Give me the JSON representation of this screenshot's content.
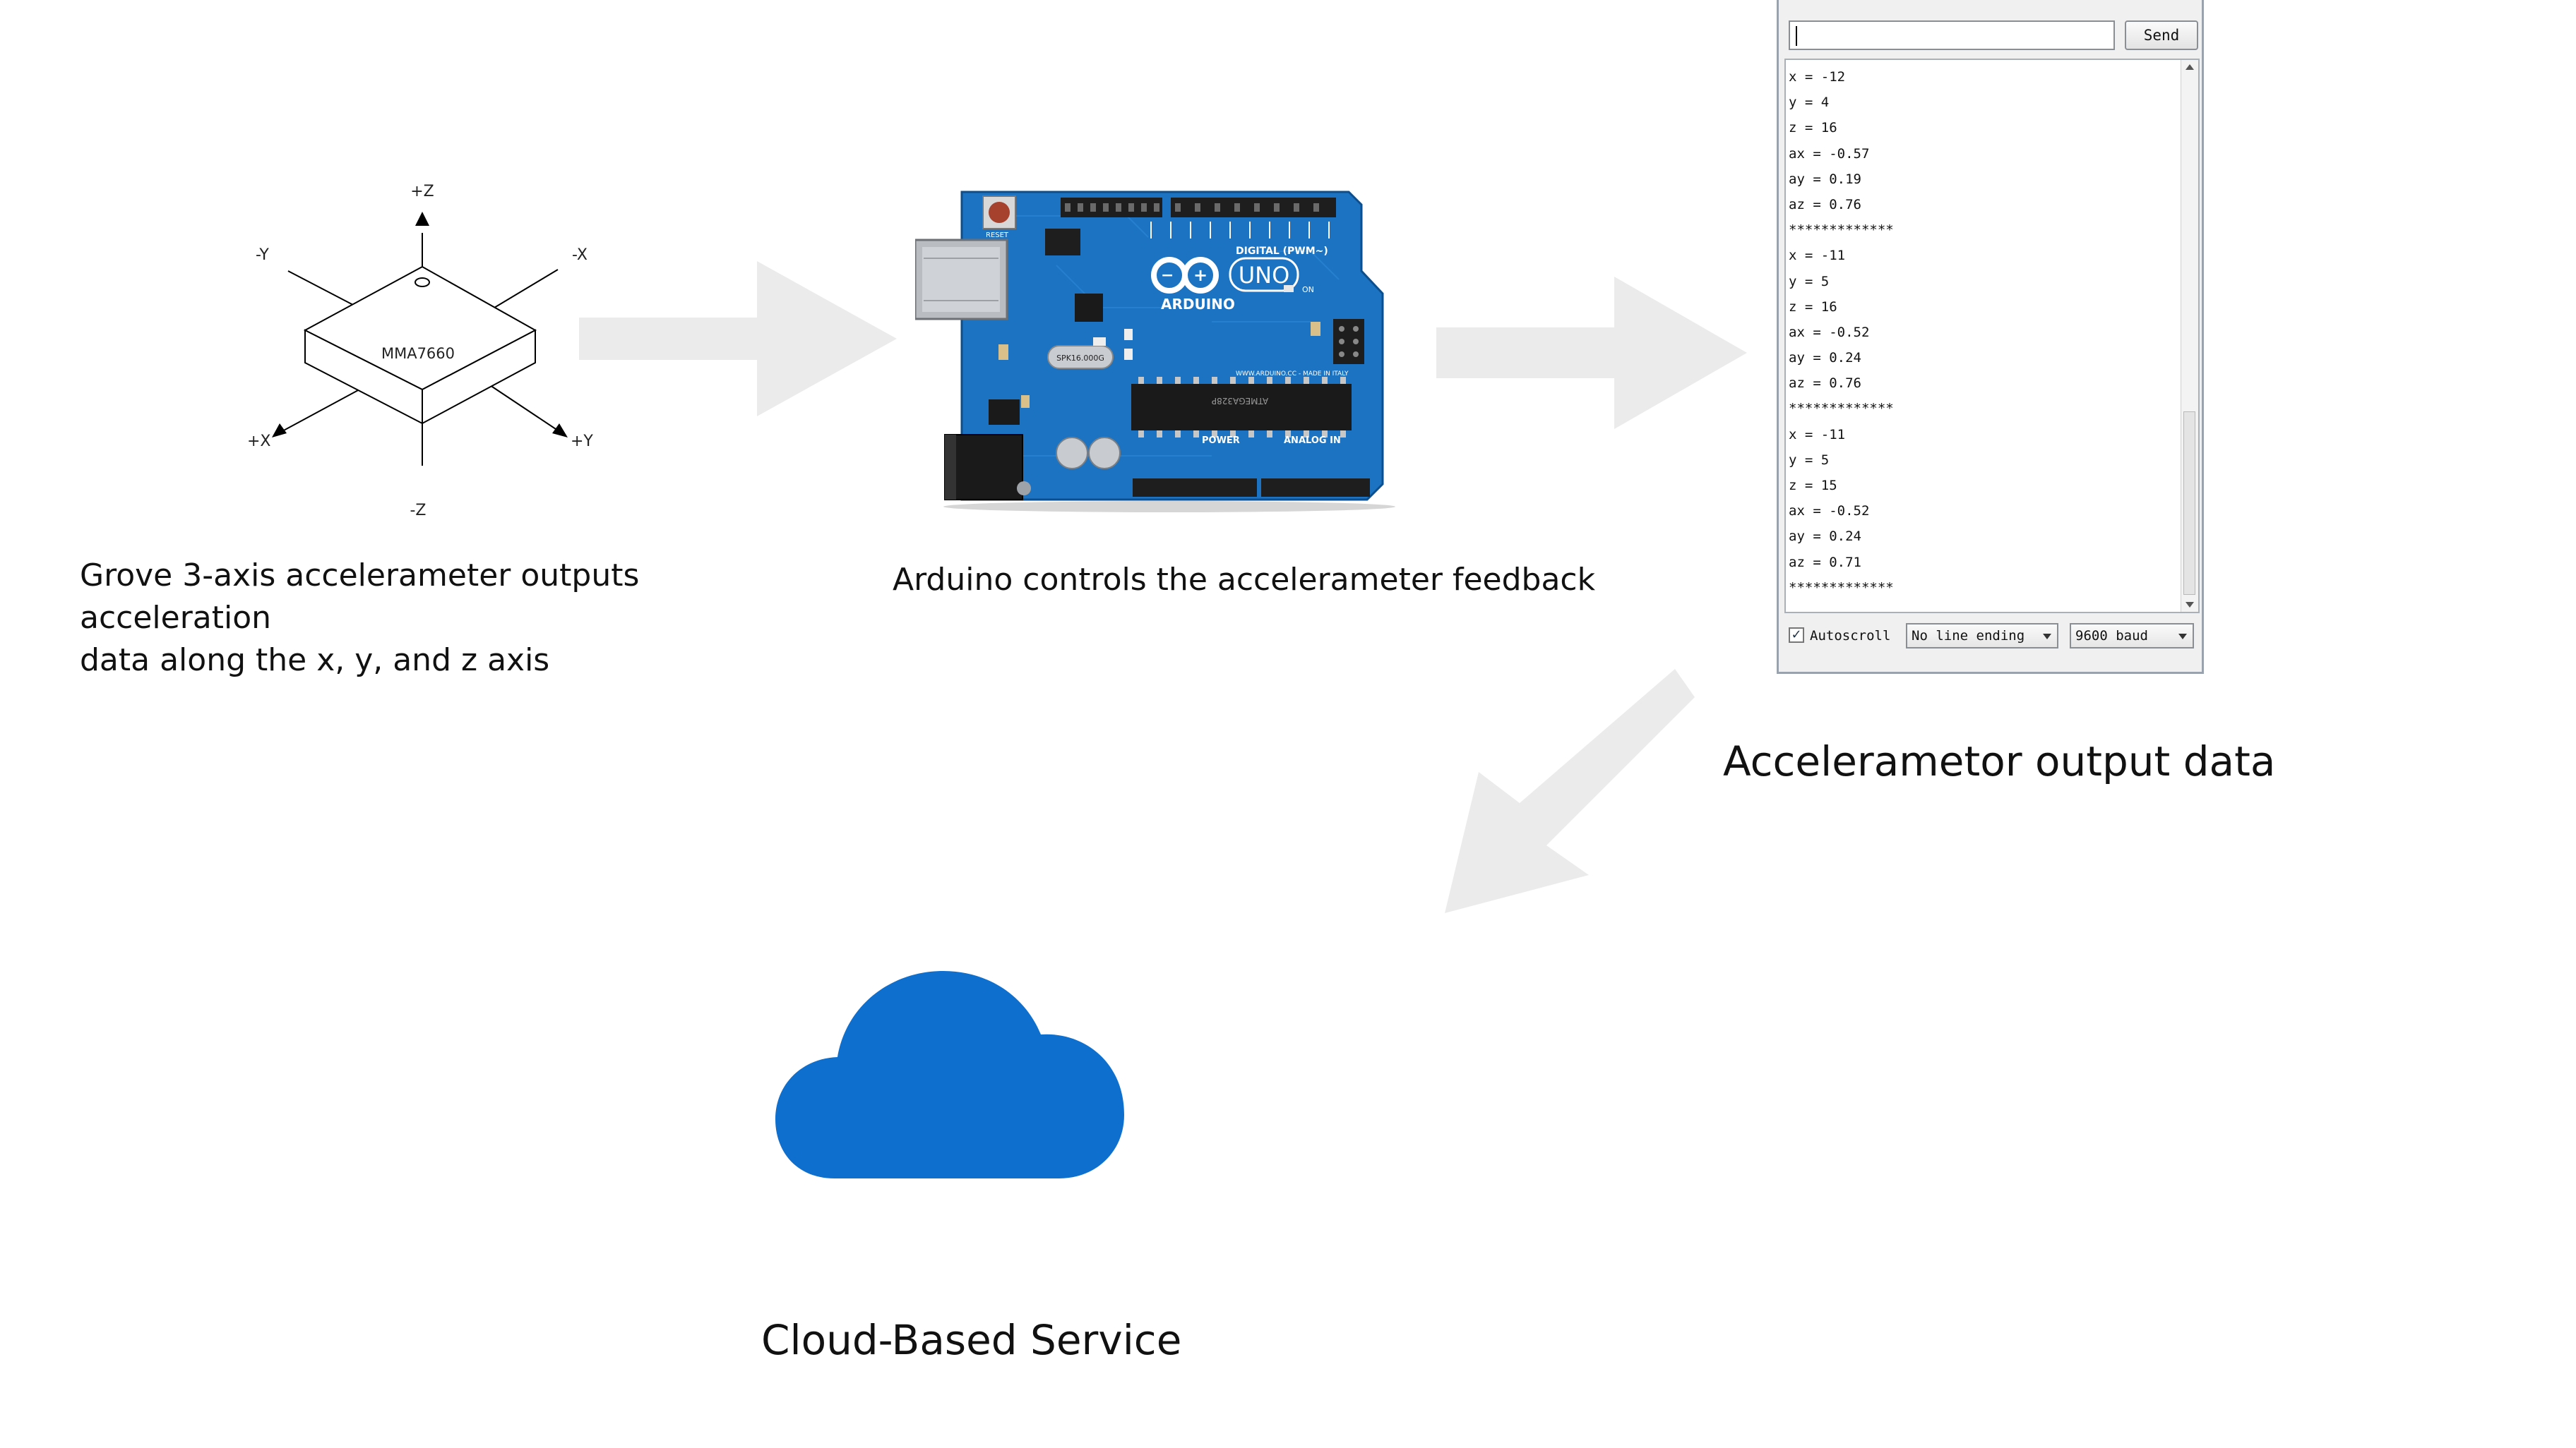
{
  "sensor": {
    "chip_label": "MMA7660",
    "axis_labels": {
      "plus_z": "+Z",
      "minus_z": "-Z",
      "minus_y_left": "-Y",
      "minus_x": "-X",
      "plus_x": "+X",
      "plus_y": "+Y"
    },
    "caption_line1": "Grove 3-axis accelerameter outputs acceleration",
    "caption_line2": "data along the x, y, and z axis"
  },
  "arduino": {
    "brand": "ARDUINO",
    "model": "UNO",
    "digital_label": "DIGITAL (PWM~)",
    "power_label": "POWER",
    "analog_label": "ANALOG IN",
    "chip_text": "ATMEGA328P",
    "crystal_text": "SPK16.000G",
    "reset_label": "RESET",
    "on_label": "ON",
    "website": "WWW.ARDUINO.CC - MADE IN ITALY",
    "caption": "Arduino controls the accelerameter feedback"
  },
  "serial_monitor": {
    "send_label": "Send",
    "lines": [
      "x = -12",
      "y = 4",
      "z = 16",
      "ax = -0.57",
      "ay = 0.19",
      "az = 0.76",
      "*************",
      "x = -11",
      "y = 5",
      "z = 16",
      "ax = -0.52",
      "ay = 0.24",
      "az = 0.76",
      "*************",
      "x = -11",
      "y = 5",
      "z = 15",
      "ax = -0.52",
      "ay = 0.24",
      "az = 0.71",
      "*************"
    ],
    "autoscroll_label": "Autoscroll",
    "autoscroll_checked": true,
    "line_ending": "No line ending",
    "baud": "9600 baud",
    "caption": "Accelerametor output data"
  },
  "cloud": {
    "color": "#0f6fcf",
    "caption": "Cloud-Based Service"
  },
  "colors": {
    "arrow": "#ebebeb",
    "board_blue": "#1b73c2"
  }
}
